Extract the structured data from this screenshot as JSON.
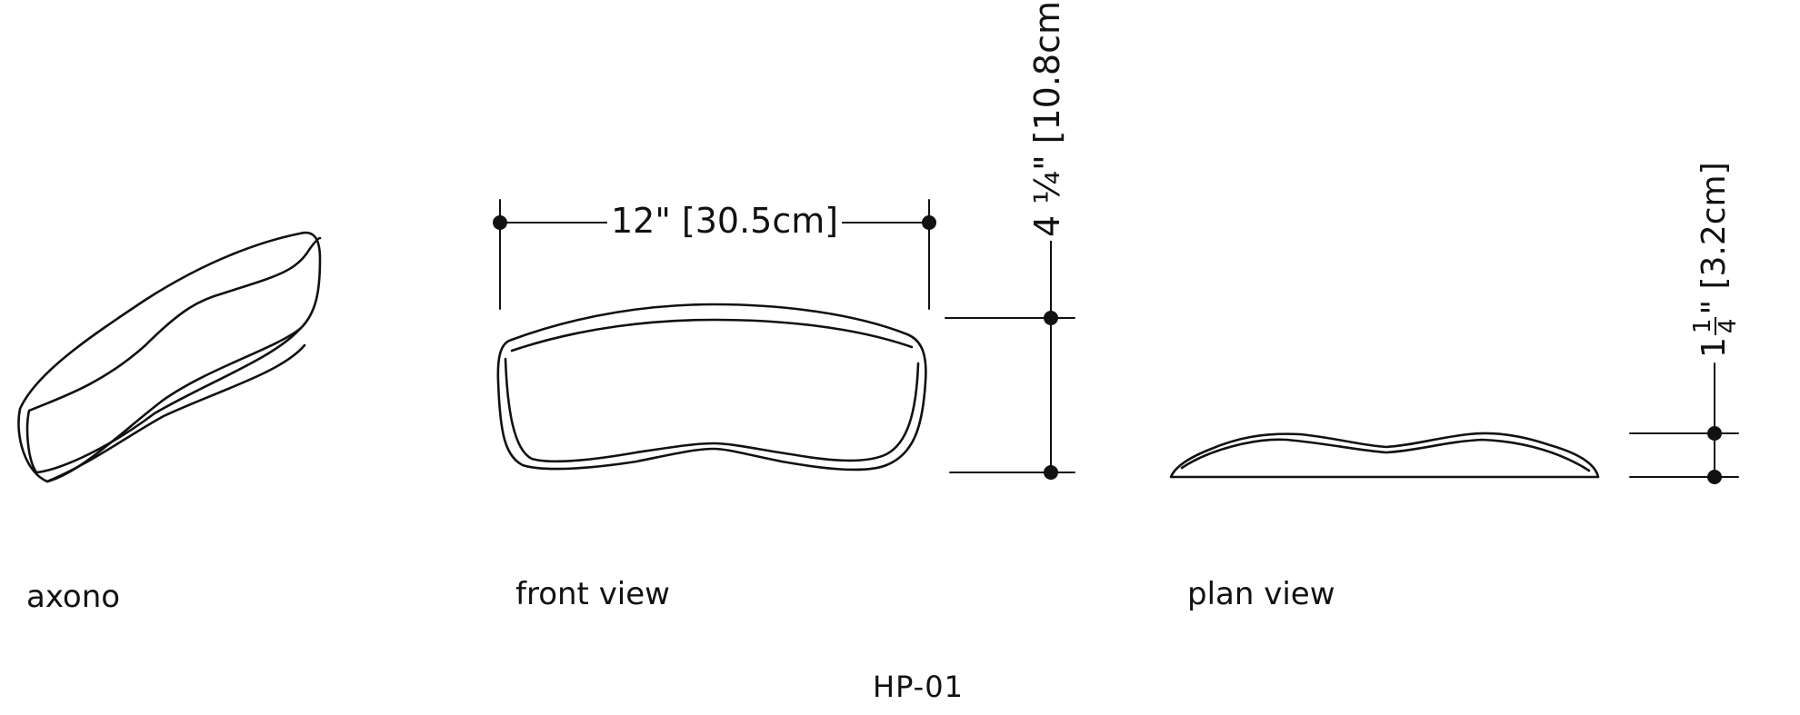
{
  "views": {
    "axono": "axono",
    "front": "front view",
    "plan": "plan view"
  },
  "dimensions": {
    "width": "12\" [30.5cm]",
    "front_height": "4 ¼\" [10.8cm]",
    "plan_height_whole": "1",
    "plan_height_num": "1",
    "plan_height_den": "4",
    "plan_height_rest": "\" [3.2cm]"
  },
  "product_code": "HP-01"
}
